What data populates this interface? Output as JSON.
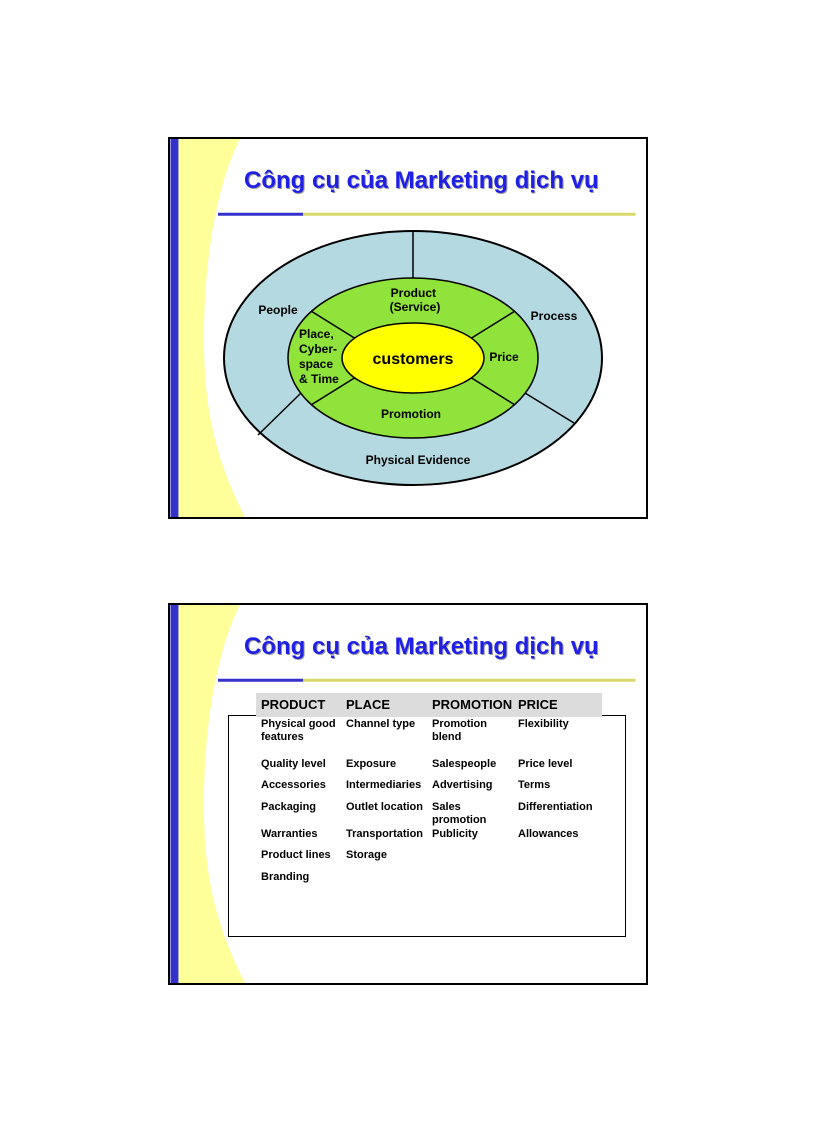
{
  "slide1": {
    "title": "Công cụ của Marketing dịch vụ",
    "diagram": {
      "outer_segments": [
        "People",
        "Process",
        "Physical Evidence"
      ],
      "inner_segments": [
        "Product\n(Service)",
        "Price",
        "Promotion",
        "Place,\nCyber-\nspace\n& Time"
      ],
      "center": "customers"
    }
  },
  "slide2": {
    "title": "Công cụ của Marketing dịch vụ",
    "table": {
      "headers": [
        "PRODUCT",
        "PLACE",
        "PROMOTION",
        "PRICE"
      ],
      "rows": [
        [
          "Physical good features",
          "Channel type",
          "Promotion blend",
          "Flexibility"
        ],
        [
          "Quality level",
          "Exposure",
          "Salespeople",
          "Price level"
        ],
        [
          "Accessories",
          "Intermediaries",
          "Advertising",
          "Terms"
        ],
        [
          "Packaging",
          "Outlet location",
          "Sales promotion",
          "Differentiation"
        ],
        [
          "Warranties",
          "Transportation",
          "Publicity",
          "Allowances"
        ],
        [
          "Product lines",
          "Storage",
          "",
          ""
        ],
        [
          "Branding",
          "",
          "",
          ""
        ]
      ]
    }
  },
  "colors": {
    "title": "#1f1fe6",
    "left_bar": "#3333cc",
    "yellow_swoosh": "#ffff99",
    "outer_ring": "#b4d9e0",
    "inner_ring": "#8fe33a",
    "center": "#ffff00",
    "table_header_bg": "#dcdcdc"
  }
}
